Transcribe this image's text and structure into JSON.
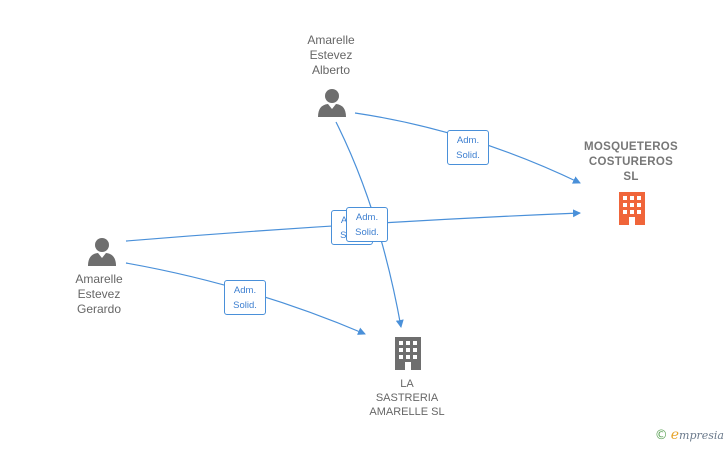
{
  "nodes": {
    "alberto": {
      "label_lines": [
        "Amarelle",
        "Estevez",
        "Alberto"
      ],
      "type": "person"
    },
    "gerardo": {
      "label_lines": [
        "Amarelle",
        "Estevez",
        "Gerardo"
      ],
      "type": "person"
    },
    "mosqueteros": {
      "label_lines": [
        "MOSQUETEROS",
        "COSTUREROS",
        "SL"
      ],
      "type": "company",
      "highlight": true
    },
    "sastreria": {
      "label_lines": [
        "LA",
        "SASTRERIA",
        "AMARELLE SL"
      ],
      "type": "company"
    }
  },
  "edges": [
    {
      "from": "alberto",
      "to": "mosqueteros",
      "label_lines": [
        "Adm.",
        "Solid."
      ]
    },
    {
      "from": "alberto",
      "to": "sastreria",
      "label_lines": [
        "Adm.",
        "Solid."
      ]
    },
    {
      "from": "gerardo",
      "to": "mosqueteros",
      "label_lines": [
        "Adm.",
        "Solid."
      ]
    },
    {
      "from": "gerardo",
      "to": "sastreria",
      "label_lines": [
        "Adm.",
        "Solid."
      ]
    }
  ],
  "colors": {
    "edge": "#4a90d9",
    "person_icon": "#6e6e6e",
    "company_icon": "#6e6e6e",
    "focus_company_icon": "#f0653a"
  },
  "watermark": {
    "copyright_symbol": "©",
    "brand_initial": "e",
    "brand_rest": "mpresia"
  }
}
